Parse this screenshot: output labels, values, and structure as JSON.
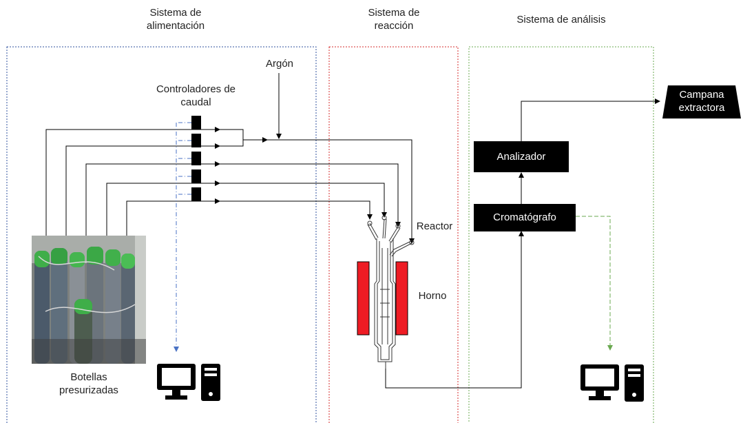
{
  "sections": {
    "feed": "Sistema de alimentación",
    "reaction": "Sistema de reacción",
    "analysis": "Sistema de análisis"
  },
  "labels": {
    "argon": "Argón",
    "flow_controllers": "Controladores de caudal",
    "bottles": "Botellas presurizadas",
    "reactor": "Reactor",
    "oven": "Horno",
    "analyzer": "Analizador",
    "chromatograph": "Cromatógrafo",
    "hood": "Campana extractora"
  },
  "icons": [
    "desktop-computer-icon",
    "desktop-computer-icon"
  ],
  "colors": {
    "feed_border": "#2e4f9c",
    "reaction_border": "#d42a2a",
    "analysis_border": "#6aa84f",
    "oven": "#ee1c24",
    "signal_feed": "#4a72c4",
    "signal_analysis": "#6aa84f",
    "lines": "#000000"
  }
}
